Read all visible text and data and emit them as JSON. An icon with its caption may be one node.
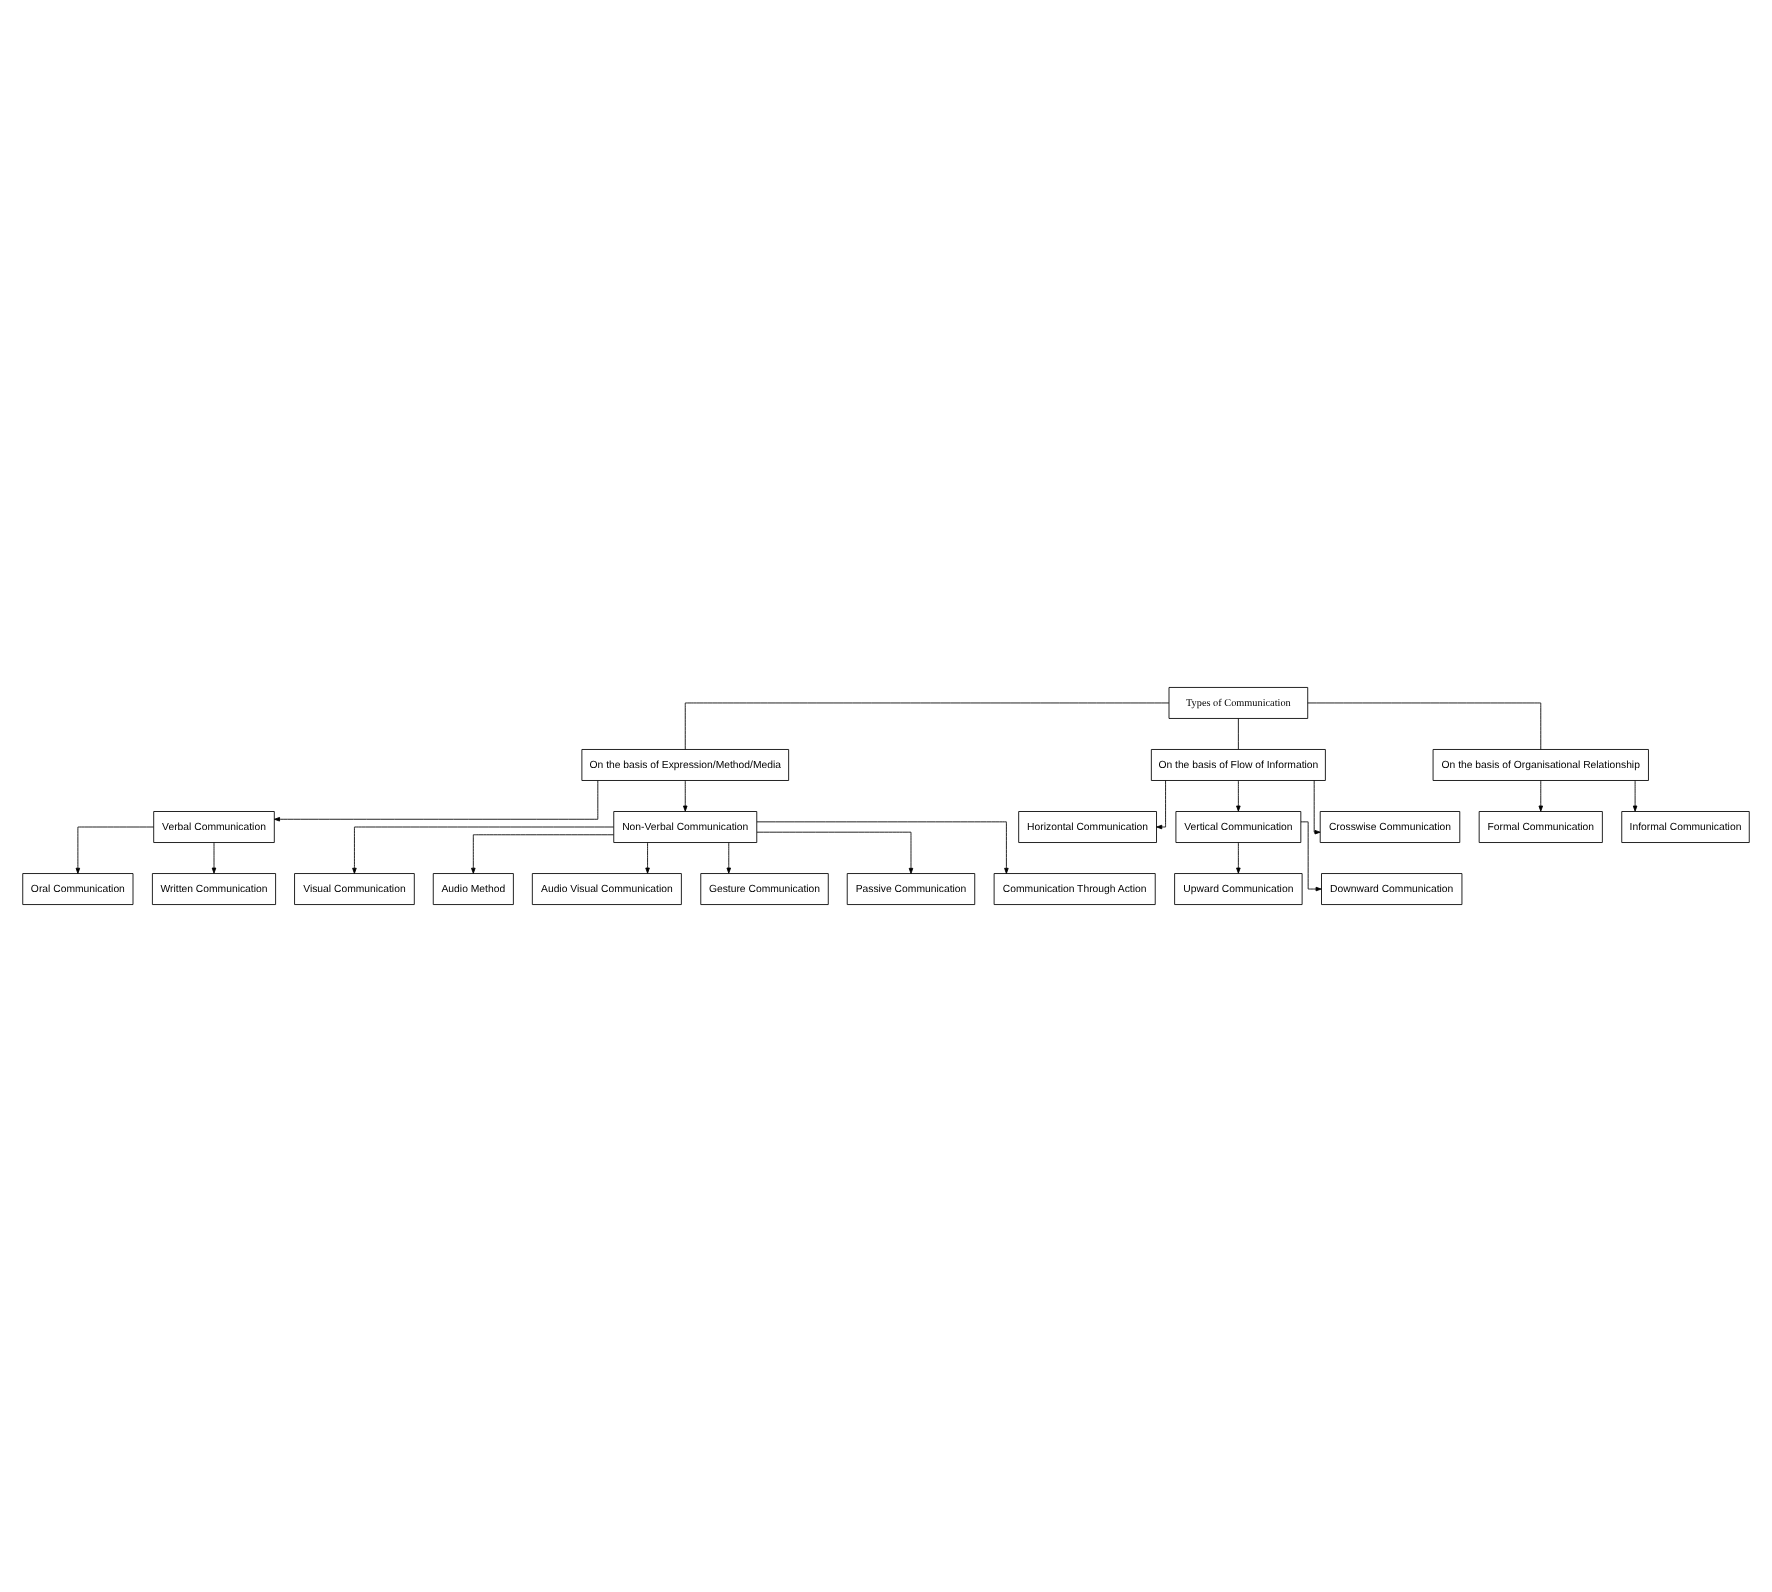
{
  "diagram": {
    "nodes": [
      {
        "text": [
          "Types of Communication"
        ]
      },
      {
        "text": [
          "On the basis of Expression/Method/Media"
        ]
      },
      {
        "text": [
          "On the basis of Flow of Information"
        ]
      },
      {
        "text": [
          "On the basis of Organisational Relationship"
        ]
      },
      {
        "text": [
          "Formal Communication"
        ]
      },
      {
        "text": [
          "Informal Communication"
        ]
      },
      {
        "text": [
          "Horizontal Communication"
        ]
      },
      {
        "text": [
          "Vertical Communication"
        ]
      },
      {
        "text": [
          "Crosswise Communication"
        ]
      },
      {
        "text": [
          "Upward Communication"
        ]
      },
      {
        "text": [
          "Downward Communication"
        ]
      },
      {
        "text": [
          "Verbal Communication"
        ]
      },
      {
        "text": [
          "Non-Verbal Communication"
        ]
      },
      {
        "text": [
          "Oral Communication"
        ]
      },
      {
        "text": [
          "Written Communication"
        ]
      },
      {
        "text": [
          "Visual Communication"
        ]
      },
      {
        "text": [
          "Audio Method"
        ]
      },
      {
        "text": [
          "Audio Visual Communication"
        ]
      },
      {
        "text": [
          "Gesture Communication"
        ]
      },
      {
        "text": [
          "Passive Communication"
        ]
      },
      {
        "text": [
          "Communication Through Action"
        ]
      }
    ],
    "edges": [
      {
        "from": 0,
        "to": 1,
        "arrow": "none"
      },
      {
        "from": 0,
        "to": 2,
        "arrow": "none"
      },
      {
        "from": 0,
        "to": 3,
        "arrow": "none"
      },
      {
        "from": 3,
        "to": 4,
        "arrow": "to"
      },
      {
        "from": 3,
        "to": 5,
        "arrow": "to"
      },
      {
        "from": 2,
        "to": 6,
        "arrow": "to"
      },
      {
        "from": 2,
        "to": 7,
        "arrow": "to"
      },
      {
        "from": 2,
        "to": 8,
        "arrow": "to"
      },
      {
        "from": 7,
        "to": 9,
        "arrow": "to"
      },
      {
        "from": 7,
        "to": 10,
        "arrow": "to"
      },
      {
        "from": 1,
        "to": 11,
        "arrow": "to"
      },
      {
        "from": 1,
        "to": 12,
        "arrow": "to"
      },
      {
        "from": 11,
        "to": 13,
        "arrow": "to"
      },
      {
        "from": 11,
        "to": 14,
        "arrow": "to"
      },
      {
        "from": 12,
        "to": 15,
        "arrow": "to"
      },
      {
        "from": 12,
        "to": 16,
        "arrow": "to"
      },
      {
        "from": 12,
        "to": 17,
        "arrow": "to"
      },
      {
        "from": 12,
        "to": 18,
        "arrow": "to"
      },
      {
        "from": 12,
        "to": 19,
        "arrow": "to"
      },
      {
        "from": 12,
        "to": 20,
        "arrow": "to"
      }
    ]
  }
}
